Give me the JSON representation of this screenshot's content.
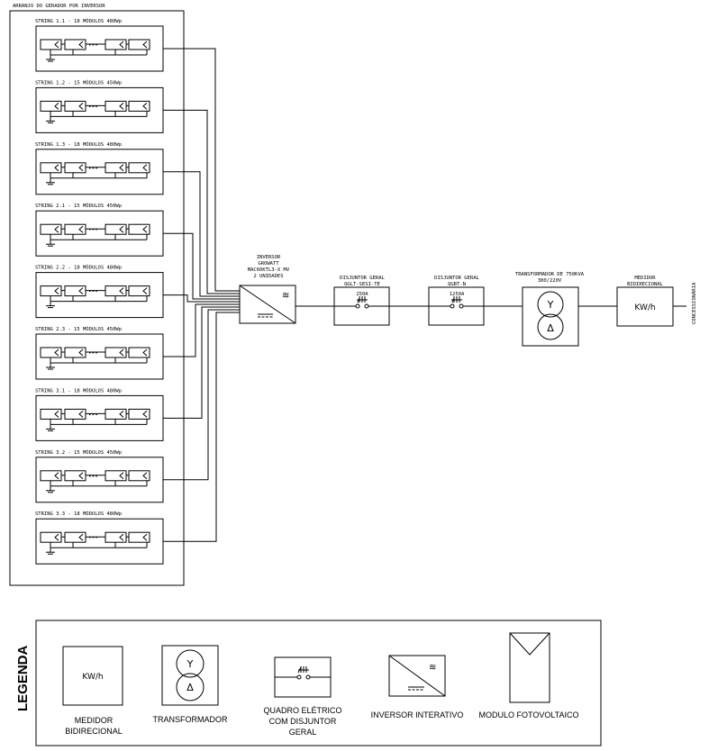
{
  "generator_array": {
    "title": "ARRANJO DO GERADOR POR INVERSOR",
    "strings": [
      {
        "label": "STRING 1.1 - 18 MÓDULOS 480Wp"
      },
      {
        "label": "STRING 1.2 - 15 MÓDULOS 450Wp"
      },
      {
        "label": "STRING 1.3 - 18 MÓDULOS 480Wp"
      },
      {
        "label": "STRING 2.1 - 15 MÓDULOS 450Wp"
      },
      {
        "label": "STRING 2.2 - 18 MÓDULOS 480Wp"
      },
      {
        "label": "STRING 2.3 - 15 MÓDULOS 450Wp"
      },
      {
        "label": "STRING 3.1 - 18 MÓDULOS 480Wp"
      },
      {
        "label": "STRING 3.2 - 15 MÓDULOS 450Wp"
      },
      {
        "label": "STRING 3.3 - 18 MÓDULOS 480Wp"
      }
    ]
  },
  "inverter": {
    "lines": [
      "INVERSOR",
      "GROWATT",
      "MAC60KTL3-X MV",
      "2 UNIDADES"
    ]
  },
  "breaker_1": {
    "lines": [
      "DISJUNTOR GERAL",
      "QGLT-SESI-TE"
    ],
    "rating": "250A"
  },
  "breaker_2": {
    "lines": [
      "DISJUNTOR GERAL",
      "QGBT-N"
    ],
    "rating": "1250A"
  },
  "transformer": {
    "lines": [
      "TRANSFORMADOR DE 750KVA",
      "380/220V"
    ],
    "primary_symbol": "Y",
    "secondary_symbol": "Δ"
  },
  "meter": {
    "lines": [
      "MEDIDOR",
      "BIDIRECIONAL"
    ],
    "unit": "KW/h"
  },
  "grid": {
    "label": "CONCESSIONÁRIA"
  },
  "legend": {
    "title": "LEGENDA",
    "items": [
      {
        "symbol": "meter",
        "symbol_text": "KW/h",
        "lines": [
          "MEDIDOR",
          "BIDIRECIONAL"
        ]
      },
      {
        "symbol": "transformer",
        "symbol_text": "",
        "lines": [
          "TRANSFORMADOR"
        ]
      },
      {
        "symbol": "breaker-panel",
        "symbol_text": "",
        "lines": [
          "QUADRO ELÉTRICO",
          "COM DISJUNTOR",
          "GERAL"
        ]
      },
      {
        "symbol": "inverter",
        "symbol_text": "",
        "lines": [
          "INVERSOR INTERATIVO"
        ]
      },
      {
        "symbol": "pv-module",
        "symbol_text": "",
        "lines": [
          "MODULO FOTOVOLTAICO"
        ]
      }
    ]
  }
}
